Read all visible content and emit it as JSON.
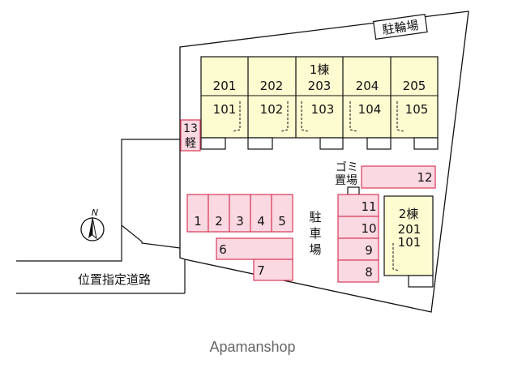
{
  "labels": {
    "bicycle_parking": "駐輪場",
    "building1_name": "1棟",
    "building2_name": "2棟",
    "parking_area": "駐車場",
    "garbage": "ゴミ置場",
    "light_car": "軽",
    "road": "位置指定道路",
    "north": "N"
  },
  "building1": {
    "upper_units": [
      "201",
      "202",
      "203",
      "204",
      "205"
    ],
    "lower_units": [
      "101",
      "102",
      "103",
      "104",
      "105"
    ]
  },
  "building2": {
    "units": [
      "201",
      "101"
    ]
  },
  "parking": {
    "row_left": [
      "1",
      "2",
      "3",
      "4",
      "5"
    ],
    "lower_left": [
      "6",
      "7"
    ],
    "stack_right": [
      "11",
      "10",
      "9",
      "8"
    ],
    "garbage_side": "12",
    "light_car_space": "13"
  },
  "colors": {
    "building_fill": "#fdfbd0",
    "parking_fill": "#fbd9e3",
    "parking_stroke": "#d83a58",
    "site_fill": "#ffffff",
    "outline": "#111111"
  },
  "watermark": "Apamanshop"
}
